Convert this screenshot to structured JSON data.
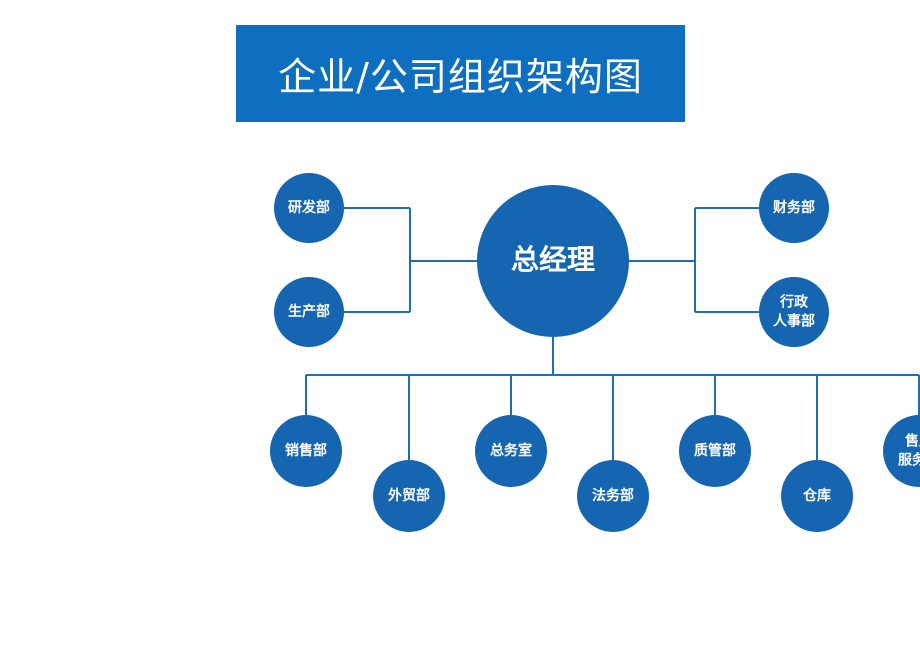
{
  "title": "企业/公司组织架构图",
  "colors": {
    "banner": "#0e6fc1",
    "node": "#1565b0",
    "line": "#1f6db5",
    "text": "#ffffff"
  },
  "org": {
    "root": "总经理",
    "left_branches": [
      "研发部",
      "生产部"
    ],
    "right_branches": [
      "财务部",
      [
        "行政",
        "人事部"
      ]
    ],
    "bottom_branches": [
      "销售部",
      "外贸部",
      "总务室",
      "法务部",
      "质管部",
      "仓库",
      [
        "售后",
        "服务部"
      ]
    ]
  }
}
